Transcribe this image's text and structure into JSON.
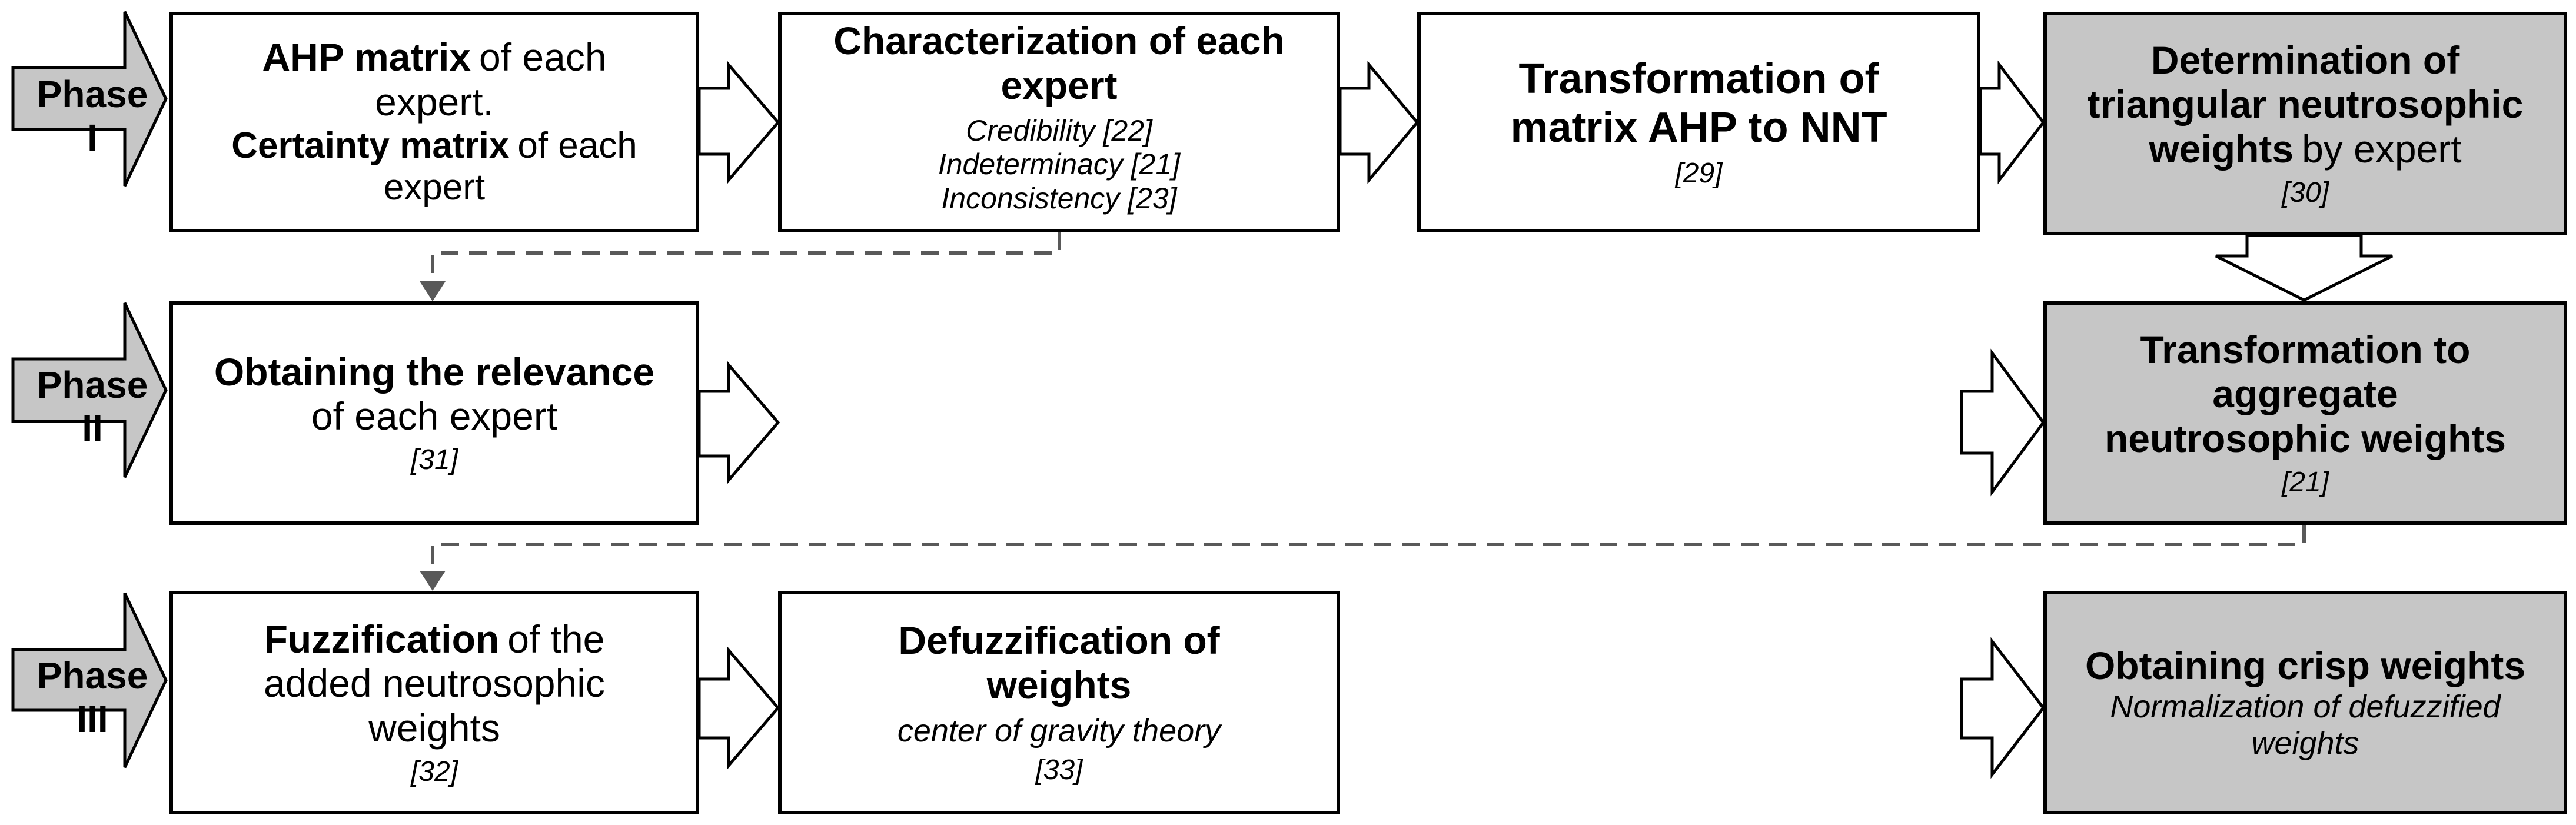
{
  "phases": [
    {
      "label_line1": "Phase",
      "label_line2": "I"
    },
    {
      "label_line1": "Phase",
      "label_line2": "II"
    },
    {
      "label_line1": "Phase",
      "label_line2": "III"
    }
  ],
  "boxes": {
    "ahp": {
      "line1_bold": "AHP matrix",
      "line1_rest": "of each",
      "line2": "expert.",
      "line3_bold": "Certainty matrix",
      "line3_rest": "of each",
      "line4": "expert"
    },
    "characterization": {
      "title_line1": "Characterization of each",
      "title_line2": "expert",
      "item1": "Credibility [22]",
      "item2": "Indeterminacy [21]",
      "item3": "Inconsistency [23]"
    },
    "transformation_nnt": {
      "title_line1": "Transformation of",
      "title_line2": "matrix AHP to NNT",
      "ref": "[29]"
    },
    "determination": {
      "title_line1": "Determination of",
      "title_line2": "triangular neutrosophic",
      "line3_bold": "weights",
      "line3_rest": "by expert",
      "ref": "[30]"
    },
    "relevance": {
      "title": "Obtaining the relevance",
      "line2": "of each expert",
      "ref": "[31]"
    },
    "aggregate": {
      "title_line1": "Transformation to",
      "title_line2": "aggregate",
      "title_line3": "neutrosophic weights",
      "ref": "[21]"
    },
    "fuzzification": {
      "line1_bold": "Fuzzification",
      "line1_rest": "of the",
      "line2": "added neutrosophic",
      "line3": "weights",
      "ref": "[32]"
    },
    "defuzzification": {
      "title_line1": "Defuzzification of",
      "title_line2": "weights",
      "subtitle": "center of gravity theory",
      "ref": "[33]"
    },
    "crisp": {
      "title": "Obtaining crisp weights",
      "sub_line1": "Normalization of defuzzified",
      "sub_line2": "weights"
    }
  },
  "colors": {
    "phase_fill": "#c6c6c6",
    "highlight_box_fill": "#c6c6c6",
    "box_fill": "#ffffff",
    "connector_dashed": "#595959",
    "outline": "#000000"
  }
}
